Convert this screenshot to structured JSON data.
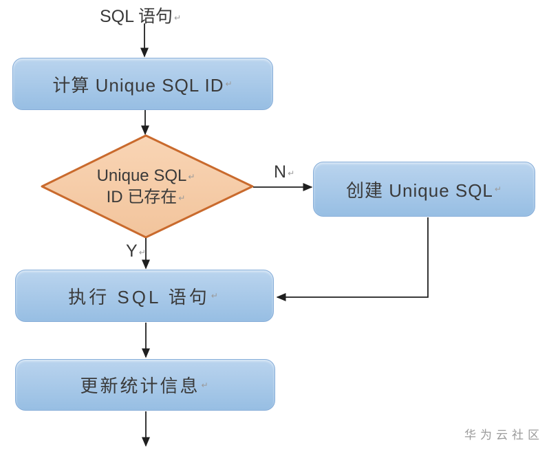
{
  "page": {
    "background": "#FFFFFF",
    "watermark_text": "华为云社区"
  },
  "flowchart": {
    "start_label": "SQL 语句",
    "nodes": {
      "calc": {
        "type": "process",
        "label": "计算 Unique SQL ID"
      },
      "exists": {
        "type": "decision",
        "label_line1": "Unique SQL",
        "label_line2": "ID 已存在"
      },
      "create": {
        "type": "process",
        "label": "创建 Unique SQL"
      },
      "exec": {
        "type": "process",
        "label": "执行 SQL 语句"
      },
      "update": {
        "type": "process",
        "label": "更新统计信息"
      }
    },
    "branch_labels": {
      "no": "N",
      "yes": "Y"
    },
    "paragraph_mark": "↵",
    "colors": {
      "page_bg": "#FFFFFF",
      "process_fill_top": "#BAD4EE",
      "process_fill_bottom": "#97BEE3",
      "process_border": "#84ACD8",
      "decision_fill_top": "#F9D5B5",
      "decision_fill_bottom": "#F2C49C",
      "decision_border": "#C96A2D",
      "arrow": "#1F1F1F",
      "text": "#3A3A3A",
      "watermark": "#9B9B9B"
    }
  }
}
